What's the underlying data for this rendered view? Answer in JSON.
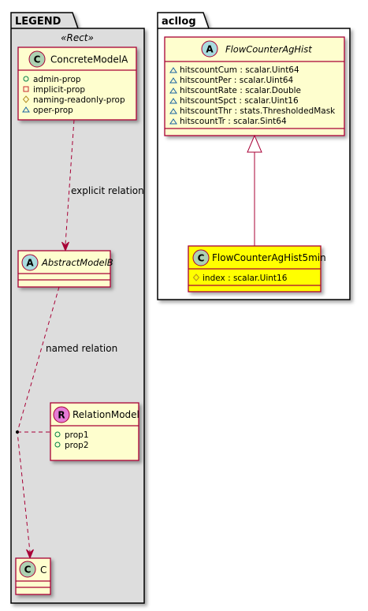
{
  "legend": {
    "title": "LEGEND",
    "stereotype": "«Rect»",
    "concrete": {
      "badge": "C",
      "name": "ConcreteModelA",
      "attrs": [
        "admin-prop",
        "implicit-prop",
        "naming-readonly-prop",
        "oper-prop"
      ]
    },
    "abstract": {
      "badge": "A",
      "name": "AbstractModelB"
    },
    "relation_model": {
      "badge": "R",
      "name": "RelationModel",
      "attrs": [
        "prop1",
        "prop2"
      ]
    },
    "c_class": {
      "badge": "C",
      "name": "C"
    },
    "explicit_label": "explicit relation",
    "named_label": "named relation"
  },
  "acllog": {
    "title": "acllog",
    "parent": {
      "badge": "A",
      "name": "FlowCounterAgHist",
      "attrs": [
        "hitscountCum : scalar.Uint64",
        "hitscountPer : scalar.Uint64",
        "hitscountRate : scalar.Double",
        "hitscountSpct : scalar.Uint16",
        "hitscountThr : stats.ThresholdedMask",
        "hitscountTr : scalar.Sint64"
      ]
    },
    "child": {
      "badge": "C",
      "name": "FlowCounterAgHist5min",
      "attrs": [
        "index : scalar.Uint16"
      ]
    }
  },
  "colors": {
    "package_fill": "#dddddd",
    "class_fill": "#fefece",
    "highlight_fill": "#ffff00",
    "border": "#a80036",
    "badge_C": "#add1b2",
    "badge_A": "#a9dcdf",
    "badge_R": "#e57cd6"
  }
}
